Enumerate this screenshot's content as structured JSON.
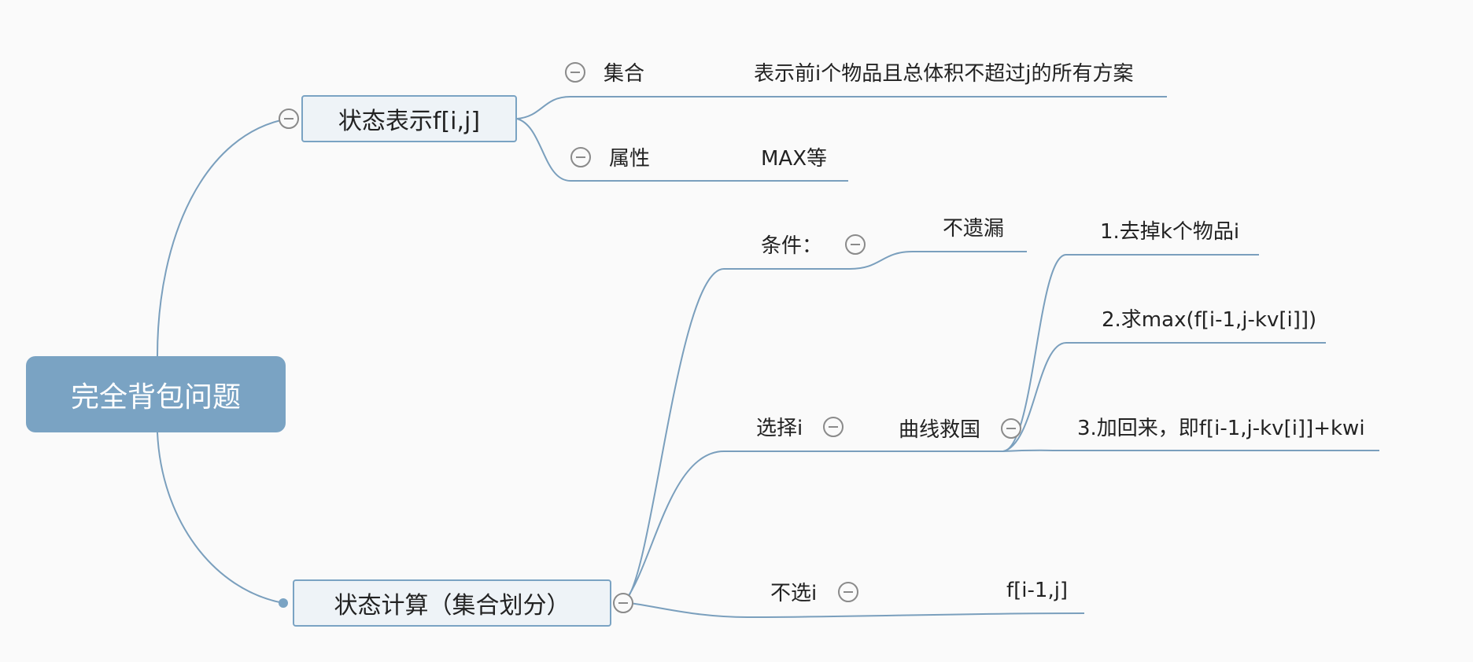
{
  "diagram": {
    "root": {
      "label": "完全背包问题"
    },
    "state_repr": {
      "label": "状态表示f[i,j]",
      "set": {
        "label": "集合",
        "desc": "表示前i个物品且总体积不超过j的所有方案"
      },
      "attr": {
        "label": "属性",
        "desc": "MAX等"
      }
    },
    "state_calc": {
      "label": "状态计算（集合划分）",
      "condition": {
        "label": "条件：",
        "desc": "不遗漏"
      },
      "choose": {
        "label": "选择i",
        "detour": {
          "label": "曲线救国",
          "steps": [
            "1.去掉k个物品i",
            "2.求max(f[i-1,j-kv[i]])",
            "3.加回来，即f[i-1,j-kv[i]]+kwi"
          ]
        }
      },
      "not_choose": {
        "label": "不选i",
        "desc": "f[i-1,j]"
      }
    }
  },
  "colors": {
    "line": "#7a9fbd",
    "root_fill": "#7aa3c3",
    "box_fill": "#eef3f7",
    "collapse": "#8a8a8a"
  }
}
